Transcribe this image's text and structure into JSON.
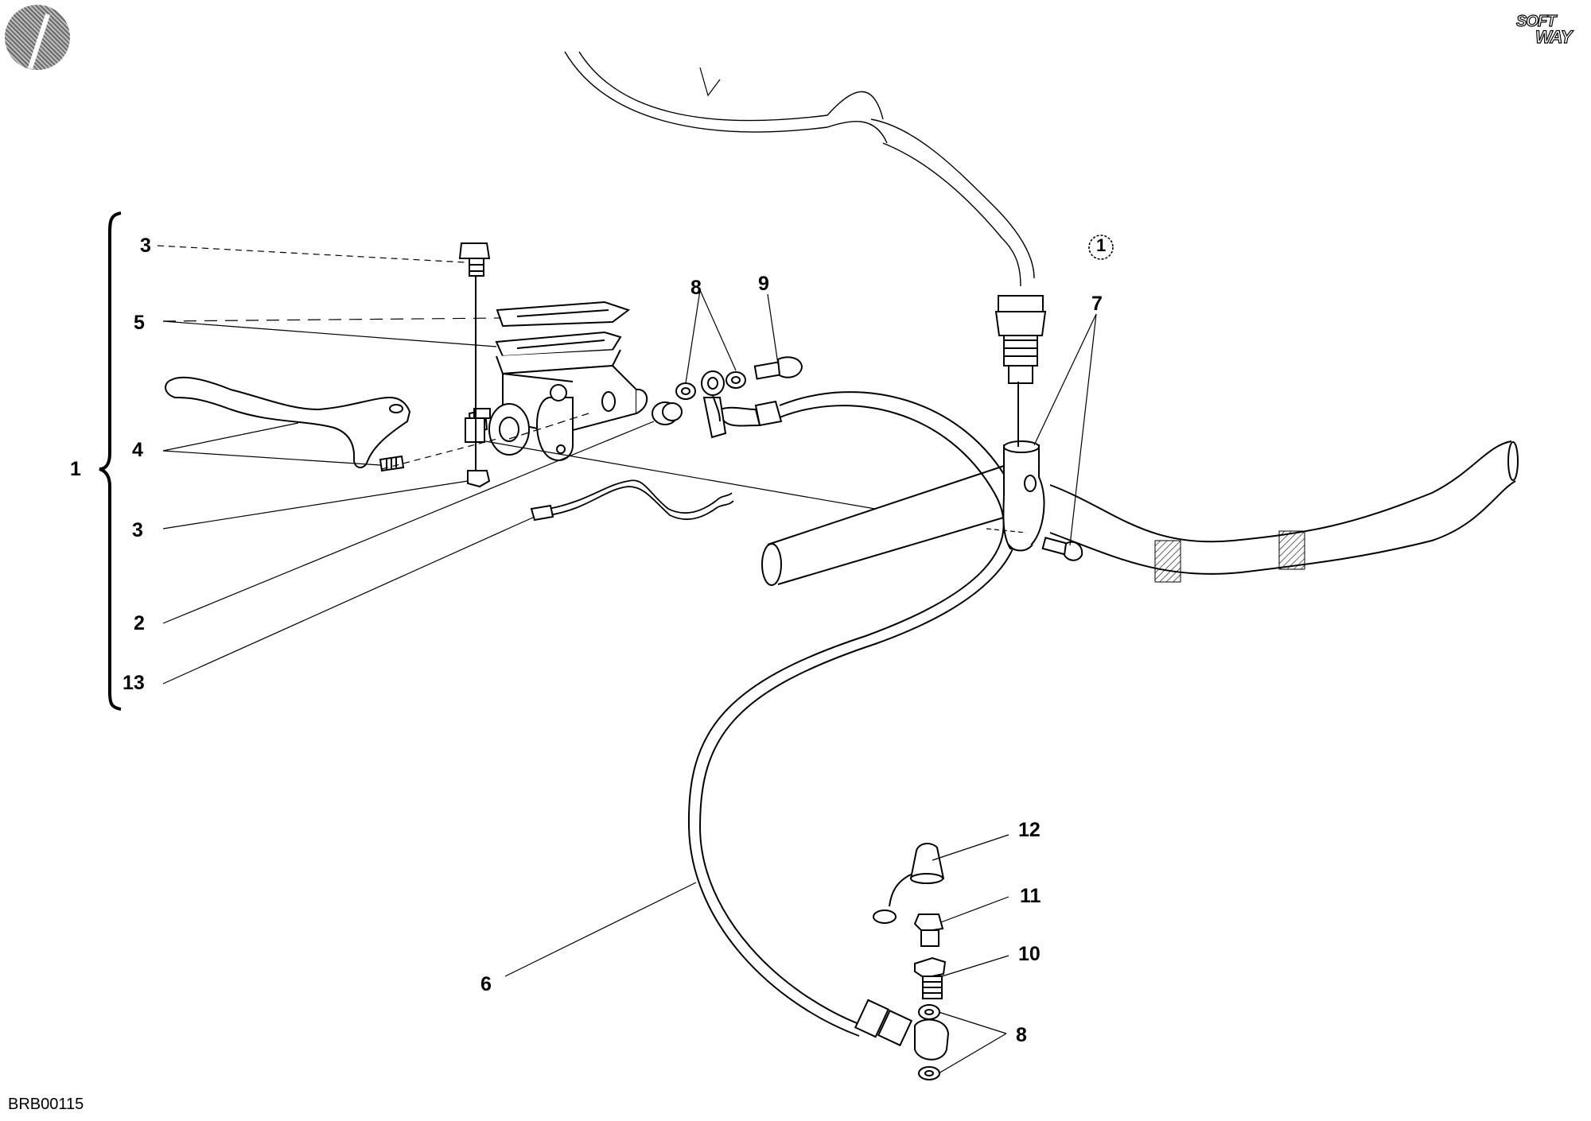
{
  "diagram_code": "BRB00115",
  "logo": {
    "line1": "SOFT",
    "line2": "WAY"
  },
  "callouts": {
    "group_1": "1",
    "top_3": "3",
    "label_5": "5",
    "label_4": "4",
    "bottom_3": "3",
    "label_2": "2",
    "label_13": "13",
    "top_8": "8",
    "label_9": "9",
    "circled_1": "1",
    "label_7": "7",
    "label_12": "12",
    "label_11": "11",
    "label_10": "10",
    "bottom_8": "8",
    "label_6": "6"
  },
  "icons": {
    "brand_emblem": "striped-circle-icon",
    "logo": "softway-logo-icon"
  },
  "colors": {
    "line": "#000000",
    "background": "#ffffff"
  }
}
